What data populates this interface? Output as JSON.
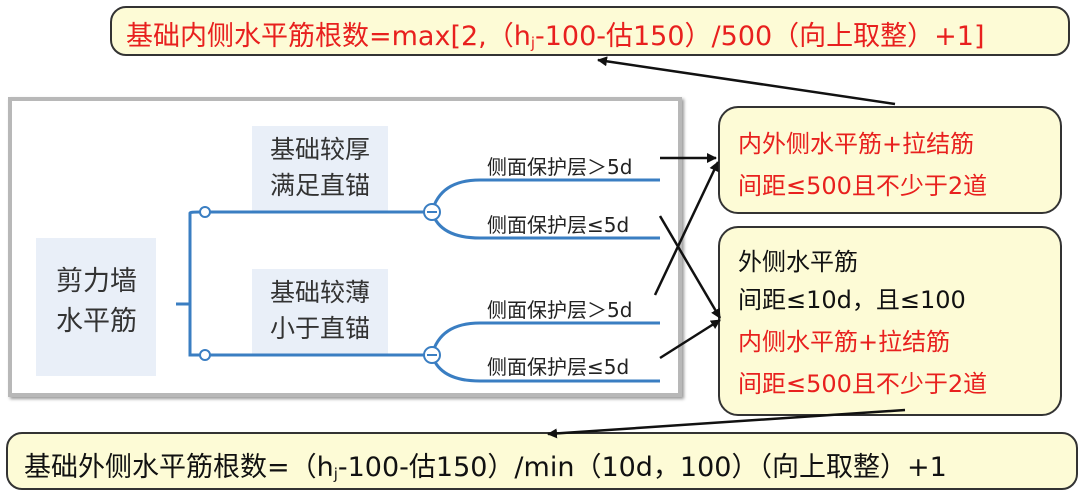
{
  "formula_top": {
    "pre": "基础内侧水平筋根数=max[2,（h",
    "sub": "j",
    "post": "-100-估150）/500（向上取整）+1]"
  },
  "formula_bottom": {
    "pre": "基础外侧水平筋根数=（h",
    "sub": "j",
    "post": "-100-估150）/min（10d，100）（向上取整）+1"
  },
  "note_inner": {
    "line1": "内外侧水平筋+拉结筋",
    "line2": "间距≤500且不少于2道"
  },
  "note_outer": {
    "line1": "外侧水平筋",
    "line2": "间距≤10d，且≤100",
    "line3": "内侧水平筋+拉结筋",
    "line4": "间距≤500且不少于2道"
  },
  "mindmap": {
    "root": {
      "line1": "剪力墙",
      "line2": "水平筋"
    },
    "branch_thick": {
      "line1": "基础较厚",
      "line2": "满足直锚"
    },
    "branch_thin": {
      "line1": "基础较薄",
      "line2": "小于直锚"
    },
    "leaf_thick_gt": "侧面保护层＞5d",
    "leaf_thick_le": "侧面保护层≤5d",
    "leaf_thin_gt": "侧面保护层＞5d",
    "leaf_thin_le": "侧面保护层≤5d"
  },
  "colors": {
    "red_text": "#e8201e",
    "callout_fill": "#fdfbd6",
    "node_fill": "#e9eff8",
    "connector": "#3a7ec2"
  }
}
